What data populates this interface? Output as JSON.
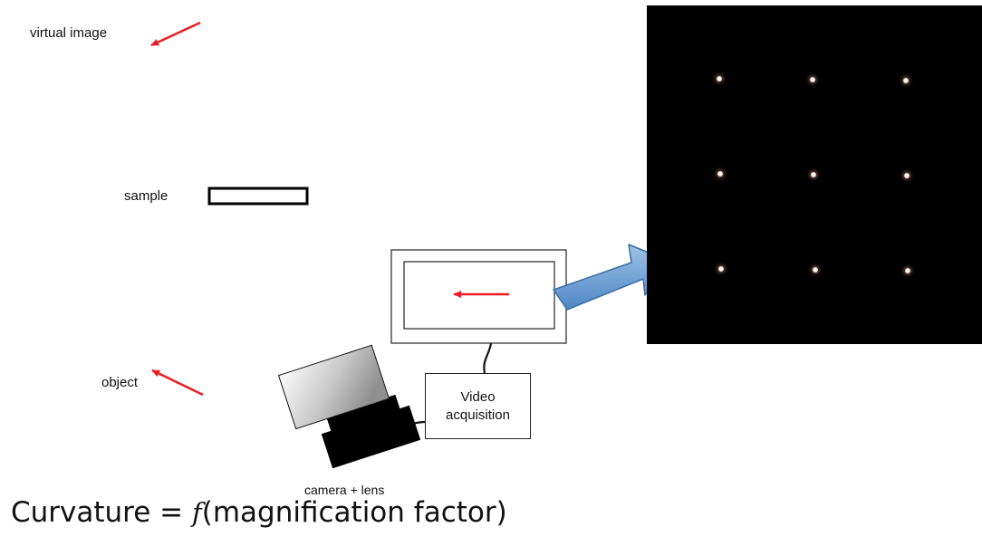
{
  "labels": {
    "virtual_image": "virtual image",
    "sample": "sample",
    "object": "object",
    "camera": "camera + lens",
    "video_line1": "Video",
    "video_line2": "acquisition"
  },
  "formula": {
    "left": "Curvature",
    "equals": " = ",
    "function": "f",
    "argument": "(magnification factor)"
  },
  "colors": {
    "arrow_red": "#ee1c25",
    "big_arrow_blue": "#5b9bd5",
    "screen_background": "#000000"
  },
  "dot_grid": {
    "rows": 3,
    "cols": 3
  }
}
